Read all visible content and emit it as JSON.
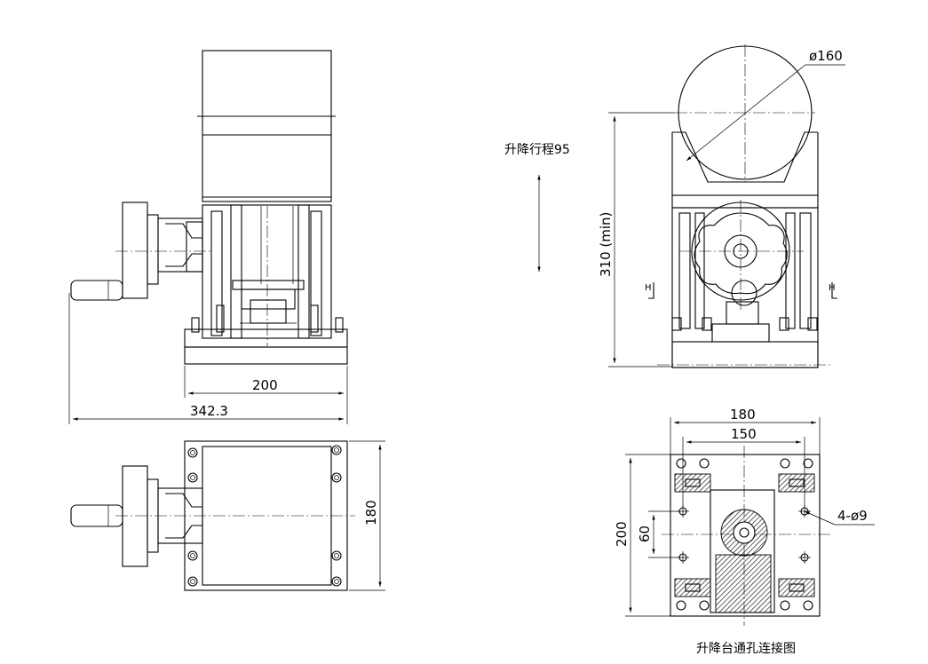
{
  "labels": {
    "stroke_note": "升降行程95",
    "bottom_caption": "升降台通孔连接图",
    "section_mark": "H"
  },
  "dimensions": {
    "front_width": "200",
    "overall_width": "342.3",
    "top_view_depth": "180",
    "height_min": "310 (min)",
    "motor_diameter": "ø160",
    "plate_width": "180",
    "hole_spacing_x": "150",
    "plate_depth": "200",
    "hole_spacing_y": "60",
    "hole_callout": "4-ø9"
  }
}
